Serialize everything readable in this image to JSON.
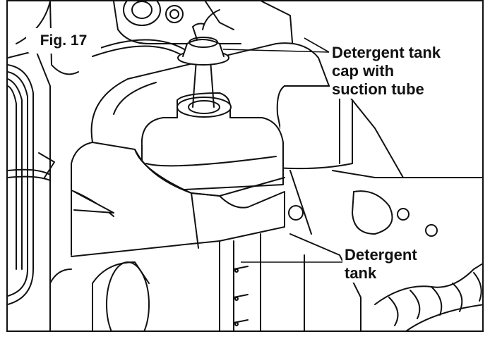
{
  "figure": {
    "label": "Fig. 17",
    "callouts": {
      "cap": {
        "line1": "Detergent tank",
        "line2": "cap with",
        "line3": "suction tube"
      },
      "tank": {
        "line1": "Detergent",
        "line2": "tank"
      }
    },
    "colors": {
      "stroke": "#111111",
      "fill": "#ffffff",
      "tint": "#e6e6e6"
    }
  }
}
